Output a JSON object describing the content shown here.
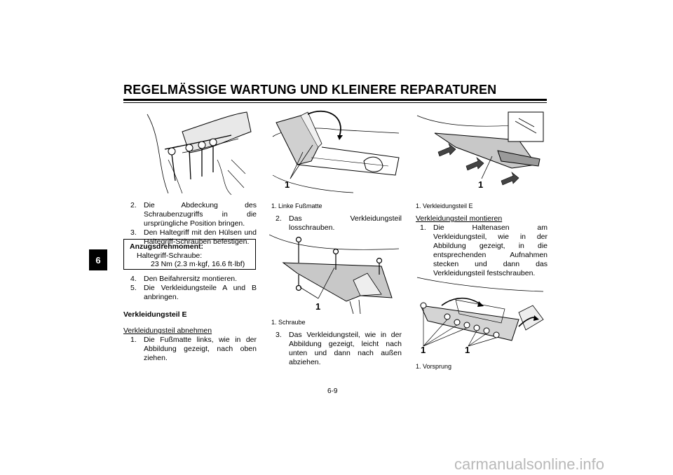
{
  "header": {
    "title": "REGELMÄSSIGE WARTUNG UND KLEINERE REPARATUREN"
  },
  "chapter_tab": "6",
  "col1": {
    "steps": [
      {
        "num": "2.",
        "text": "Die Abdeckung des Schraubenzugriffs in die ursprüngliche Position bringen."
      },
      {
        "num": "3.",
        "text": "Den Haltegriff mit den Hülsen und Hal­tegriff-Schrauben befestigen."
      }
    ],
    "torque": {
      "heading": "Anzugsdrehmoment:",
      "item": "Haltegriff-Schraube:",
      "value": "23 Nm (2.3 m·kgf, 16.6 ft·lbf)"
    },
    "steps2": [
      {
        "num": "4.",
        "text": "Den Beifahrersitz montieren."
      },
      {
        "num": "5.",
        "text": "Die Verkleidungsteile A und B anbrin­gen."
      }
    ],
    "section_heading": "Verkleidungsteil E",
    "sub_heading": "Verkleidungsteil abnehmen",
    "steps3": [
      {
        "num": "1.",
        "text": "Die Fußmatte links, wie in der Abbil­dung gezeigt, nach oben ziehen."
      }
    ]
  },
  "col2": {
    "fig1_callout": "1",
    "fig1_caption": "1. Linke Fußmatte",
    "steps": [
      {
        "num": "2.",
        "text": "Das Verkleidungsteil losschrauben."
      }
    ],
    "fig2_callout": "1",
    "fig2_caption": "1. Schraube",
    "steps2": [
      {
        "num": "3.",
        "text": "Das Verkleidungsteil, wie in der Abbil­dung gezeigt, leicht nach unten und dann nach außen abziehen."
      }
    ]
  },
  "col3": {
    "fig1_callout": "1",
    "fig1_caption": "1. Verkleidungsteil E",
    "sub_heading": "Verkleidungsteil montieren",
    "steps": [
      {
        "num": "1.",
        "text": "Die Haltenasen am Verkleidungsteil, wie in der Abbildung gezeigt, in die entsprechenden Aufnahmen stecken und dann das Verkleidungsteil fest­schrauben."
      }
    ],
    "fig2_callout_a": "1",
    "fig2_callout_b": "1",
    "fig2_caption": "1. Vorsprung"
  },
  "page_number": "6-9",
  "watermark": "carmanualsonline.info"
}
